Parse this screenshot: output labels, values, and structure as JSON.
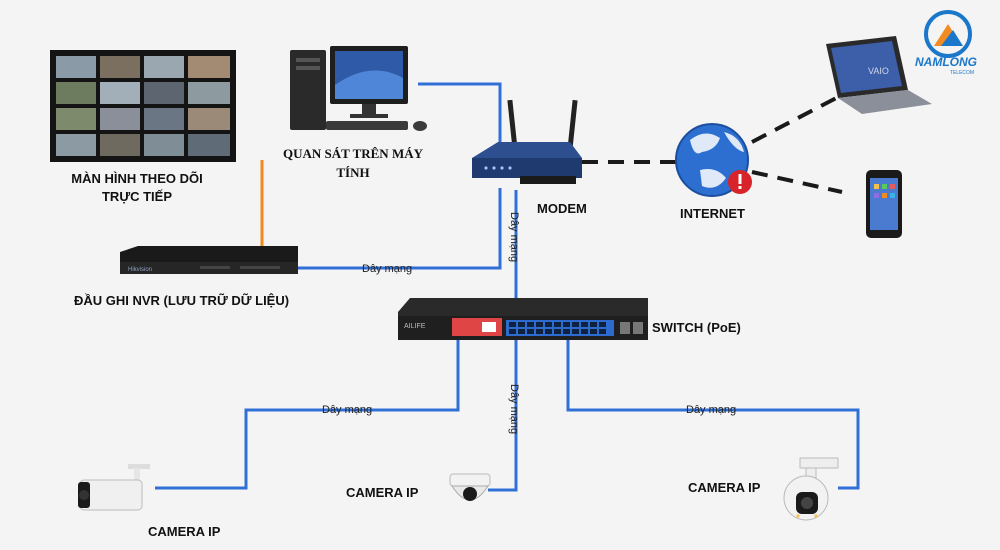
{
  "labels": {
    "monitor_line1": "MÀN HÌNH THEO DÕI",
    "monitor_line2": "TRỰC TIẾP",
    "pc_line1": "QUAN SÁT TRÊN MÁY",
    "pc_line2": "TÍNH",
    "modem": "MODEM",
    "internet": "INTERNET",
    "nvr": "ĐẦU GHI NVR (LƯU TRỮ DỮ LIỆU)",
    "switch": "SWITCH (PoE)",
    "camera_left": "CAMERA IP",
    "camera_center": "CAMERA IP",
    "camera_right": "CAMERA IP"
  },
  "cable_labels": {
    "nvr_modem": "Dây mạng",
    "modem_switch": "Dây mạng",
    "switch_cam_left": "Dây mạng",
    "switch_cam_center": "Dây mạng",
    "switch_cam_right": "Dây mạng"
  },
  "devices": {
    "nvr_brand": "Hikvision",
    "switch_brand": "AILIFE",
    "laptop_brand": "VAIO"
  },
  "logo": {
    "name": "NAMLONG",
    "tagline": "TELECOM"
  },
  "colors": {
    "network_cable": "#2f6fd6",
    "hdmi_cable": "#f08a1c",
    "wireless_link": "#1a1a1a",
    "logo_blue": "#1b77c9",
    "logo_orange": "#f28b22"
  }
}
